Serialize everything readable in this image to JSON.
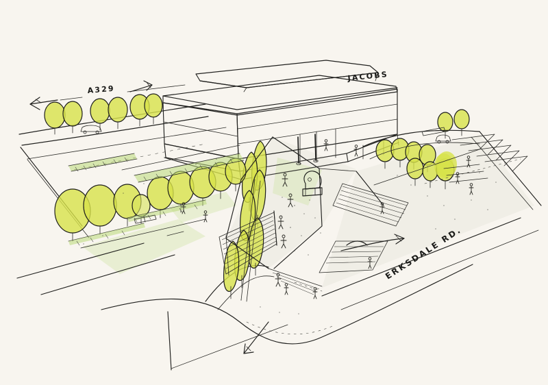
{
  "drawing": {
    "title": "Jacobs Masterplan Aerial Perspective Sketch",
    "medium": "hand-drawn ink and marker concept sketch",
    "paper_color": "#f8f5ef",
    "ink_color": "#20201e"
  },
  "labels": {
    "building_name": "JACOBS",
    "road_north": "A329",
    "road_southeast": "ERKSDALE RD."
  },
  "colors": {
    "foliage": "#d7e24a",
    "grass": "#cfe3a8",
    "hedge": "#b9d978",
    "paving": "#efece4",
    "ink": "#20201e",
    "paper": "#f8f5ef"
  },
  "elements": {
    "building": {
      "name": "Jacobs office building",
      "storeys": 3,
      "has_roof_canopy": true,
      "ground_floor": "recessed colonnade"
    },
    "arrows": [
      {
        "name": "arrow-northwest",
        "direction": "left",
        "meaning": "traffic flow west along A329"
      },
      {
        "name": "arrow-northeast",
        "direction": "right",
        "meaning": "traffic flow east along A329"
      },
      {
        "name": "arrow-east",
        "direction": "right",
        "meaning": "vehicle route toward Erksdale Rd"
      },
      {
        "name": "arrow-south",
        "direction": "down-left",
        "meaning": "pedestrian route south"
      }
    ],
    "landscape": {
      "round_trees_north": 6,
      "round_trees_avenue": 7,
      "columnar_trees": 7,
      "round_trees_east": 9,
      "planting_strips": 3,
      "terraced_steps": 3,
      "grass_verges": 3
    },
    "plaza": {
      "name": "central plaza",
      "features": [
        "sculpture",
        "seating",
        "pedestrian figures"
      ]
    },
    "parking": {
      "name": "chevron parking bays",
      "rows": 5
    }
  }
}
